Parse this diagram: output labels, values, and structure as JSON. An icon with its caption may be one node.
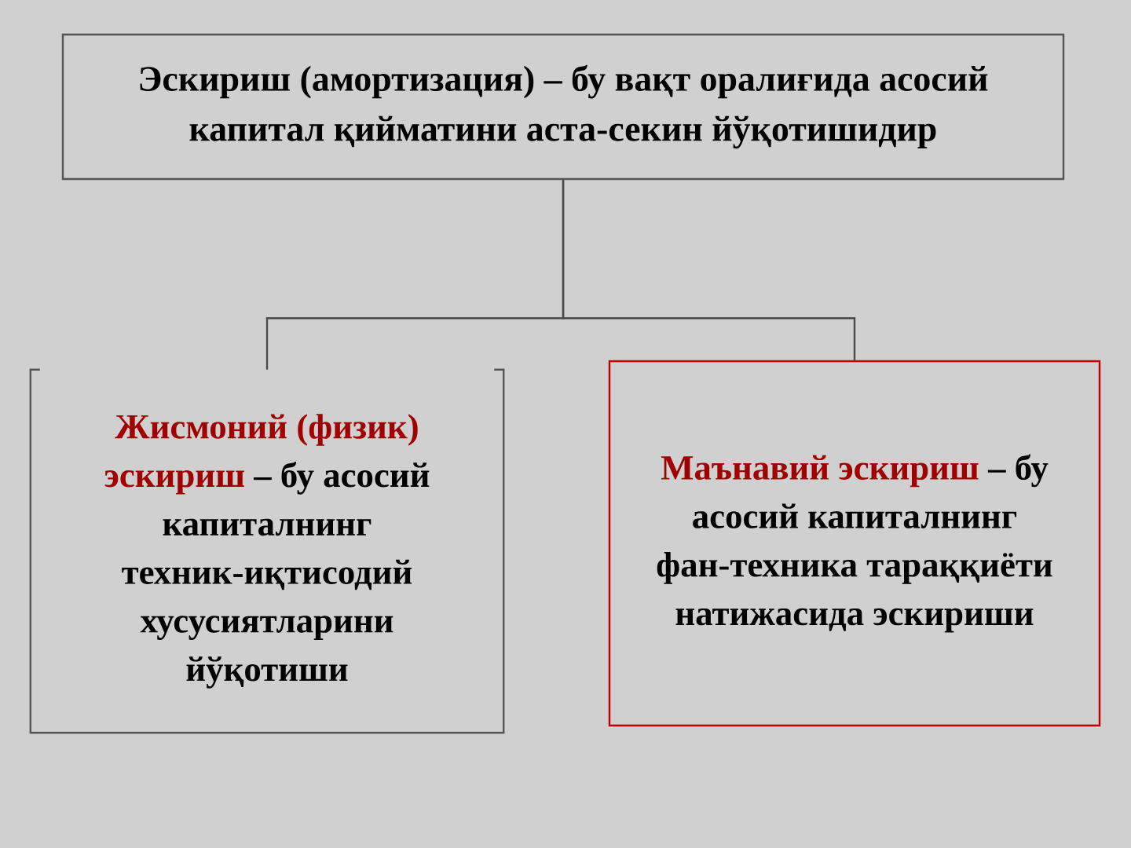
{
  "diagram": {
    "nodes": [
      {
        "text": [
          "Эскириш (амортизация) – бу вақт оралиғида асосий капитал қийматини аста-секин йўқотишидир"
        ]
      },
      {
        "text": [
          "Жисмоний (физик) эскириш",
          "– бу асосий капиталнинг техник-иқтисодий хусусиятларини йўқотиши"
        ]
      },
      {
        "text": [
          "Маънавий эскириш",
          "– бу асосий капиталнинг фан-техника тараққиёти натижасида эскириши"
        ]
      }
    ],
    "edges": [
      {
        "from": 0,
        "to": 1,
        "arrow": "none"
      },
      {
        "from": 0,
        "to": 2,
        "arrow": "none"
      }
    ]
  }
}
